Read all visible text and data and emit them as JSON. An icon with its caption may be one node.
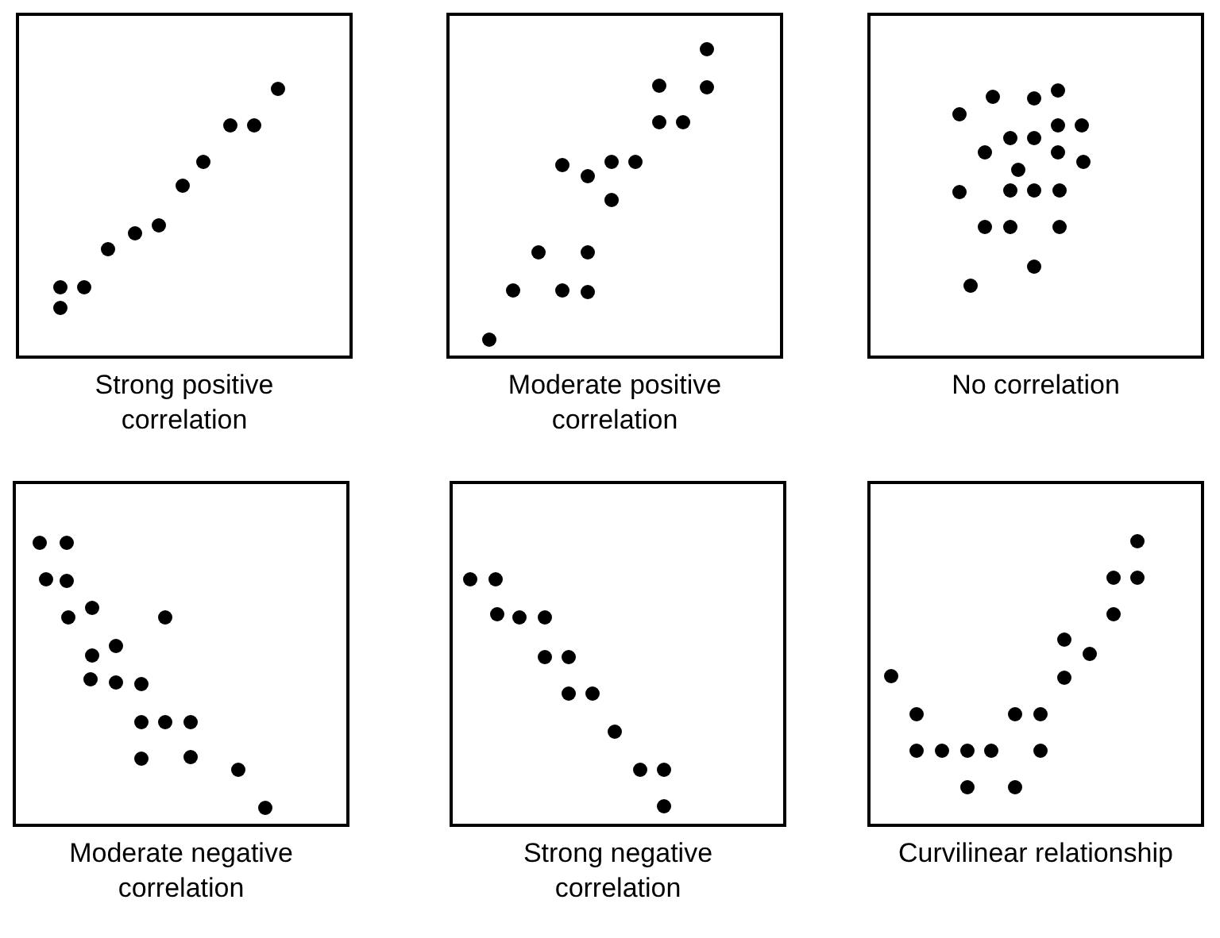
{
  "diagram": {
    "nodes": [
      {
        "text": [
          "Strong positive correlation"
        ]
      },
      {
        "text": [
          "Moderate positive correlation"
        ]
      },
      {
        "text": [
          "No correlation"
        ]
      },
      {
        "text": [
          "Moderate negative correlation"
        ]
      },
      {
        "text": [
          "Strong negative correlation"
        ]
      },
      {
        "text": [
          "Curvilinear relationship"
        ]
      }
    ]
  }
}
